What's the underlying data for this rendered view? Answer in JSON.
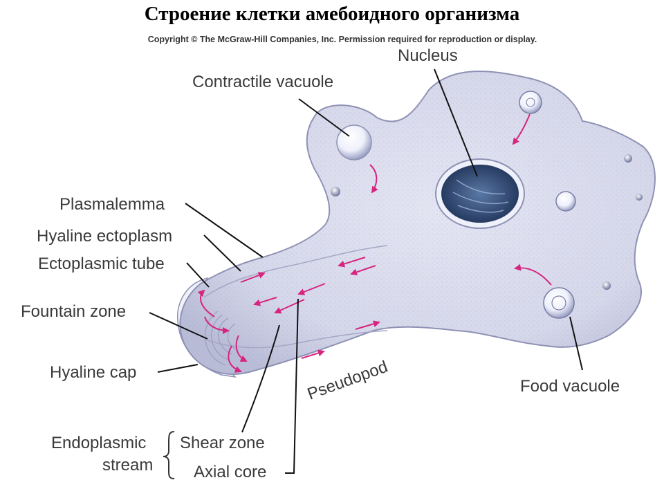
{
  "title": "Строение клетки амебоидного организма",
  "copyright": "Copyright © The McGraw-Hill Companies, Inc. Permission required for reproduction or display.",
  "labels": {
    "nucleus": "Nucleus",
    "contractile_vacuole": "Contractile vacuole",
    "plasmalemma": "Plasmalemma",
    "hyaline_ectoplasm": "Hyaline ectoplasm",
    "ectoplasmic_tube": "Ectoplasmic tube",
    "fountain_zone": "Fountain zone",
    "hyaline_cap": "Hyaline cap",
    "pseudopod": "Pseudopod",
    "food_vacuole": "Food vacuole",
    "endoplasmic": "Endoplasmic",
    "stream": "stream",
    "shear_zone": "Shear zone",
    "axial_core": "Axial core"
  },
  "colors": {
    "cytoplasm": "#d9dbee",
    "cell_edge": "#8e91b3",
    "nucleus": "#33476b",
    "flow_arrows": "#d6247f"
  }
}
